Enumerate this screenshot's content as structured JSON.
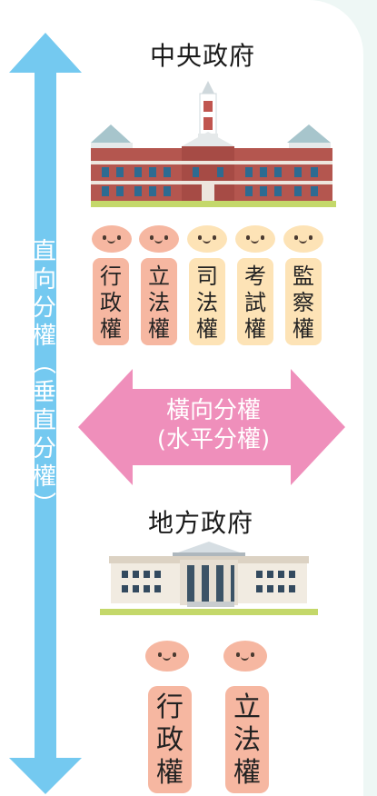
{
  "central": {
    "title": "中央政府",
    "powers": [
      {
        "chars": [
          "行",
          "政",
          "權"
        ],
        "tone": "pink"
      },
      {
        "chars": [
          "立",
          "法",
          "權"
        ],
        "tone": "pink"
      },
      {
        "chars": [
          "司",
          "法",
          "權"
        ],
        "tone": "yellow"
      },
      {
        "chars": [
          "考",
          "試",
          "權"
        ],
        "tone": "yellow"
      },
      {
        "chars": [
          "監",
          "察",
          "權"
        ],
        "tone": "yellow"
      }
    ]
  },
  "vertical": {
    "chars": [
      "直",
      "向",
      "分",
      "權",
      "︵",
      "垂",
      "直",
      "分",
      "權",
      "︶"
    ]
  },
  "horizontal": {
    "line1": "橫向分權",
    "line2": "(水平分權)"
  },
  "local": {
    "title": "地方政府",
    "powers": [
      {
        "chars": [
          "行",
          "政",
          "權"
        ],
        "tone": "pink"
      },
      {
        "chars": [
          "立",
          "法",
          "權"
        ],
        "tone": "pink"
      }
    ]
  },
  "colors": {
    "vertical_arrow": "#74c9f0",
    "horizontal_arrow": "#ef8fbb",
    "pink": "#f6b7a1",
    "yellow": "#fde3b6"
  }
}
